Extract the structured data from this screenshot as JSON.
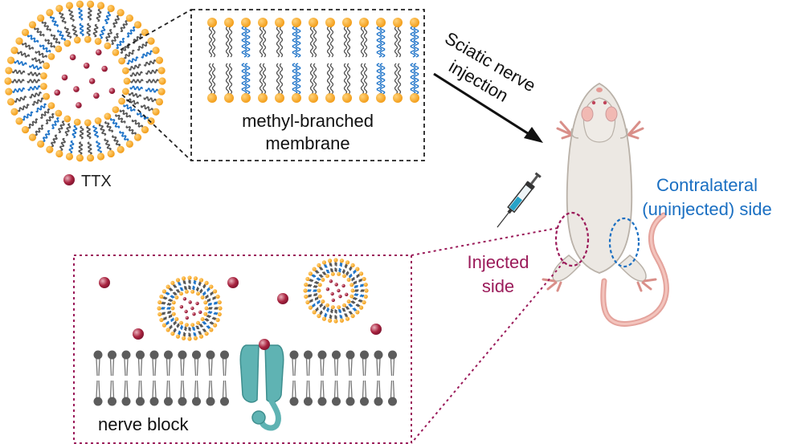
{
  "labels": {
    "ttx": "TTX",
    "membrane_line1": "methyl-branched",
    "membrane_line2": "membrane",
    "injection_line1": "Sciatic nerve",
    "injection_line2": "injection",
    "contralateral_line1": "Contralateral",
    "contralateral_line2": "(uninjected) side",
    "injected_line1": "Injected",
    "injected_line2": "side",
    "nerve_block": "nerve block"
  },
  "colors": {
    "lipid_head": "#f5a623",
    "lipid_head_edge": "#e08a00",
    "lipid_tail": "#555555",
    "branched_tail": "#1e73c8",
    "ttx": "#a8233f",
    "ttx_highlight": "#e7a3b0",
    "injected": "#9b1b5a",
    "contralateral": "#1a6fc2",
    "nerve_membrane_head": "#5c5c5c",
    "channel": "#5fb3b3",
    "channel_edge": "#3d8e8e",
    "rat_body": "#ece8e3",
    "rat_outline": "#b9b1a8",
    "rat_pink": "#e9a9a4"
  },
  "icons": {
    "liposome": "liposome-icon",
    "syringe": "syringe-icon",
    "rat": "rat-icon",
    "sodium_channel": "sodium-channel-icon",
    "ttx_particle": "ttx-particle-icon"
  }
}
